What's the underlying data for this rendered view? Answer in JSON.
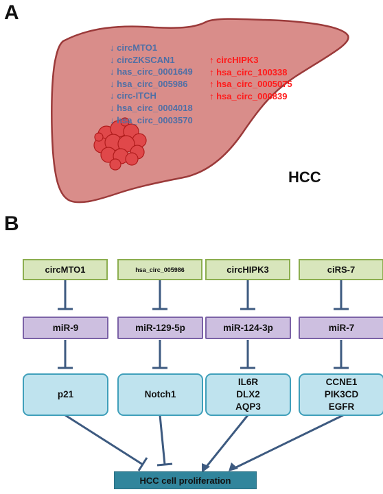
{
  "panels": {
    "a_label": "A",
    "b_label": "B"
  },
  "panel_a": {
    "downregulated": [
      "↓ circMTO1",
      "↓ circZKSCAN1",
      "↓ has_circ_0001649",
      "↓ hsa_circ_005986",
      "↓ circ-ITCH",
      "↓ hsa_circ_0004018",
      "↓ hsa_circ_0003570"
    ],
    "upregulated": [
      "↑ circHIPK3",
      "↑ hsa_circ_100338",
      "↑ hsa_circ_0005075",
      "↑ hsa_circ_000839"
    ],
    "organ_label": "HCC"
  },
  "panel_b": {
    "columns": [
      {
        "circ": "circMTO1",
        "mirna": "miR-9",
        "targets": [
          "p21"
        ]
      },
      {
        "circ": "hsa_circ_005986",
        "mirna": "miR-129-5p",
        "targets": [
          "Notch1"
        ]
      },
      {
        "circ": "circHIPK3",
        "mirna": "miR-124-3p",
        "targets": [
          "IL6R",
          "DLX2",
          "AQP3"
        ]
      },
      {
        "circ": "ciRS-7",
        "mirna": "miR-7",
        "targets": [
          "CCNE1",
          "PIK3CD",
          "EGFR"
        ]
      }
    ],
    "output": "HCC cell proliferation"
  },
  "colors": {
    "liver_fill": "#d98d8a",
    "liver_stroke": "#9b3a3a",
    "tumor_fill": "#e0484a",
    "down_text": "#4f6fa5",
    "up_text": "#ff1a1a",
    "circ_fill": "#d8e6bc",
    "mirna_fill": "#cdbfe0",
    "target_fill": "#bfe3ee",
    "output_fill": "#31859c",
    "arrow": "#3d5a80"
  }
}
